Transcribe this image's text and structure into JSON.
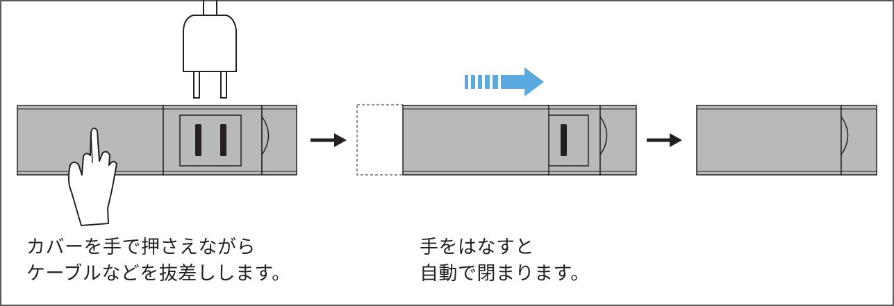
{
  "caption_left": {
    "line1": "カバーを手で押さえながら",
    "line2": "ケーブルなどを抜差しします。"
  },
  "caption_right": {
    "line1": "手をはなすと",
    "line2": "自動で閉まります。"
  },
  "colors": {
    "strip_gray": "#b8b9bb",
    "outline": "#231f20",
    "arrow_blue": "#5aaae0",
    "background": "#ffffff"
  },
  "icons": [
    "plug-icon",
    "hand-pointer-icon",
    "arrow-right-icon",
    "slide-arrow-icon"
  ]
}
